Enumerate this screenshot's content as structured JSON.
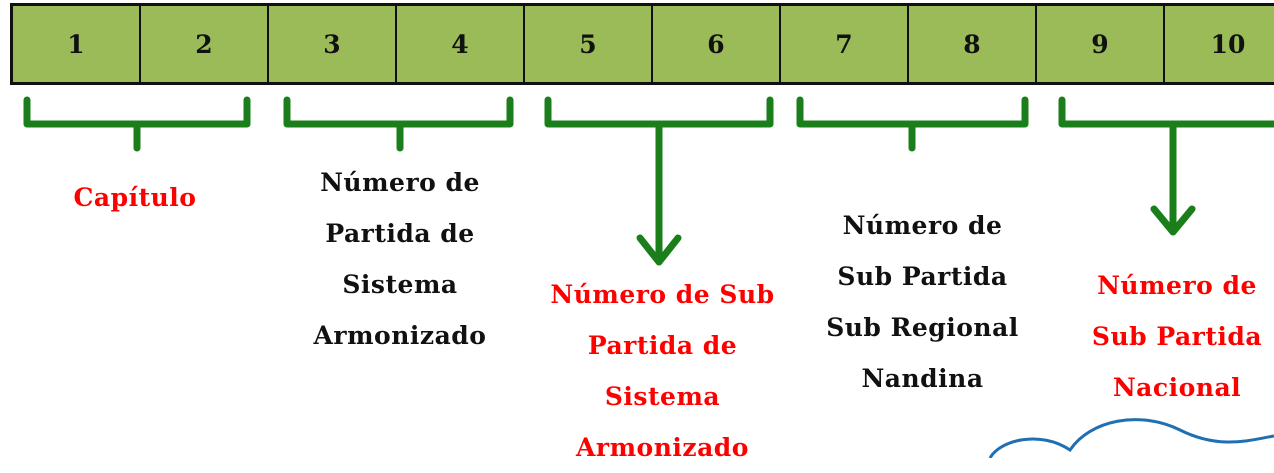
{
  "digits": [
    "1",
    "2",
    "3",
    "4",
    "5",
    "6",
    "7",
    "8",
    "9",
    "10"
  ],
  "labels": {
    "capitulo": "Capítulo",
    "partida_sa": [
      "Número de",
      "Partida de",
      "Sistema",
      "Armonizado"
    ],
    "subpartida_sa": [
      "Número de Sub",
      "Partida de",
      "Sistema",
      "Armonizado"
    ],
    "subpartida_nandina": [
      "Número de",
      "Sub Partida",
      "Sub Regional",
      "Nandina"
    ],
    "subpartida_nacional": [
      "Número de",
      "Sub Partida",
      "Nacional"
    ]
  },
  "colors": {
    "cell_fill": "#9bbb59",
    "bracket": "#1a7f1a",
    "red_text": "#ff0000",
    "black_text": "#111111",
    "scribble": "#1f6fb2"
  }
}
